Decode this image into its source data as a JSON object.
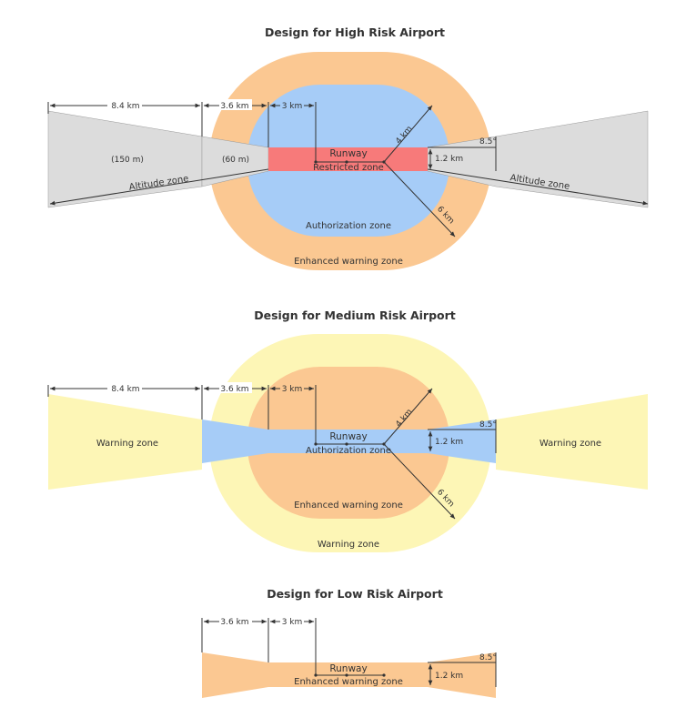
{
  "colors": {
    "orange": "#fbc892",
    "blue": "#a6ccf7",
    "red": "#f77a7a",
    "gray": "#dcdcdc",
    "yellow": "#fdf6b6",
    "text": "#333333"
  },
  "high": {
    "title": "Design for High Risk Airport",
    "dist_84": "8.4 km",
    "dist_36": "3.6 km",
    "dist_3": "3 km",
    "dist_4": "4 km",
    "dist_6": "6 km",
    "dist_12": "1.2 km",
    "angle": "8.5°",
    "alt_150": "(150 m)",
    "alt_60": "(60 m)",
    "altitude_left": "Altitude zone",
    "altitude_right": "Altitude zone",
    "runway": "Runway",
    "restricted": "Restricted zone",
    "authorization": "Authorization zone",
    "enhanced": "Enhanced warning zone"
  },
  "medium": {
    "title": "Design for Medium Risk Airport",
    "dist_84": "8.4 km",
    "dist_36": "3.6 km",
    "dist_3": "3 km",
    "dist_4": "4 km",
    "dist_6": "6 km",
    "dist_12": "1.2 km",
    "angle": "8.5°",
    "warning_left": "Warning zone",
    "warning_right": "Warning zone",
    "runway": "Runway",
    "authorization": "Authorization zone",
    "enhanced": "Enhanced warning zone",
    "warning_outer": "Warning zone"
  },
  "low": {
    "title": "Design for Low Risk Airport",
    "dist_36": "3.6 km",
    "dist_3": "3 km",
    "dist_12": "1.2 km",
    "angle": "8.5°",
    "runway": "Runway",
    "enhanced": "Enhanced warning zone"
  }
}
